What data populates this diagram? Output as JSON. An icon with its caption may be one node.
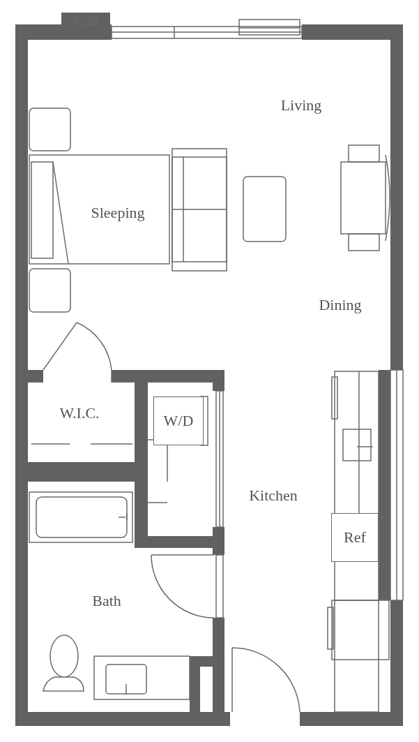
{
  "diagram": {
    "nodes": [
      {
        "text": [
          "W/D"
        ]
      },
      {
        "text": [
          "Ref"
        ]
      }
    ],
    "labels": [
      "Living",
      "Sleeping",
      "Dining",
      "W.I.C.",
      "Kitchen",
      "Bath"
    ]
  }
}
